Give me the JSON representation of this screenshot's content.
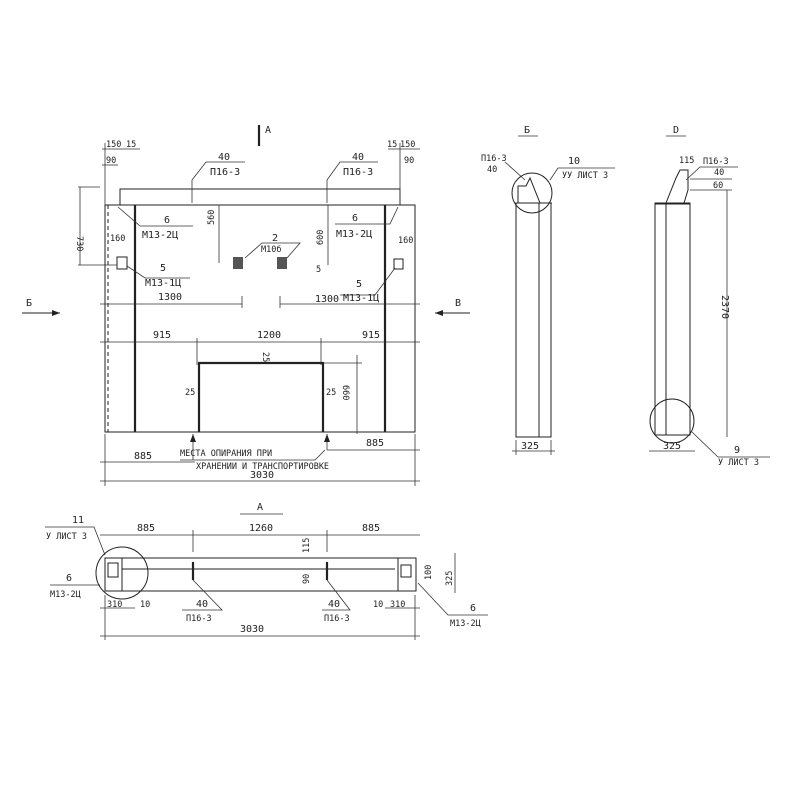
{
  "drawing": {
    "section_marks": {
      "a": "A",
      "b": "Б",
      "v": "В",
      "view_a_title": "A",
      "view_b_title": "Б",
      "view_d_title": "D"
    },
    "front_view": {
      "dims": {
        "d150l": "150",
        "d15l": "15",
        "d90l": "90",
        "d15r": "15",
        "d150r": "150",
        "d90r": "90",
        "d730": "730",
        "d160l": "160",
        "d160r": "160",
        "d560": "560",
        "d600": "600",
        "d1300l": "1300",
        "d1300r": "1300",
        "d915l": "915",
        "d1200": "1200",
        "d915r": "915",
        "d25t": "25",
        "d25l": "25",
        "d25r": "25",
        "d660": "660",
        "d885l": "885",
        "d885r": "885",
        "d3030": "3030",
        "d5small": "5"
      },
      "callouts": {
        "p1_num": "40",
        "p1_name": "П16-3",
        "p2_num": "40",
        "p2_name": "П16-3",
        "m1_num": "6",
        "m1_name": "М13-2Ц",
        "m2_num": "6",
        "m2_name": "М13-2Ц",
        "m3_num": "2",
        "m3_name": "М10б",
        "m4_num": "5",
        "m4_name": "М13-1Ц",
        "m5_num": "5",
        "m5_name": "М13-1Ц"
      },
      "note_line1": "МЕСТА ОПИРАНИЯ ПРИ",
      "note_line2": "ХРАНЕНИИ И ТРАНСПОРТИРОВКЕ"
    },
    "side_view_b": {
      "dim_width": "325",
      "c1_name": "П16-3",
      "c1_num": "40",
      "c2_num": "10",
      "c2_ref": "УУ ЛИСТ 3"
    },
    "side_view_d": {
      "dim_width": "325",
      "d115": "115",
      "d60": "60",
      "d2370": "2370",
      "c1_name": "П16-3",
      "c1_num": "40",
      "c2_num": "9",
      "c2_ref": "У ЛИСТ 3"
    },
    "plan_view": {
      "dims": {
        "d885l": "885",
        "d1260": "1260",
        "d885r": "885",
        "d115": "115",
        "d90": "90",
        "d100": "100",
        "d325": "325",
        "d310l": "310",
        "d10l": "10",
        "d10r": "10",
        "d310r": "310",
        "d3030": "3030"
      },
      "callouts": {
        "c11_num": "11",
        "c11_ref": "У ЛИСТ 3",
        "m6l_num": "6",
        "m6l_name": "М13-2Ц",
        "m6r_num": "6",
        "m6r_name": "М13-2Ц",
        "p1_num": "40",
        "p1_name": "П16-3",
        "p2_num": "40",
        "p2_name": "П16-3"
      }
    }
  }
}
